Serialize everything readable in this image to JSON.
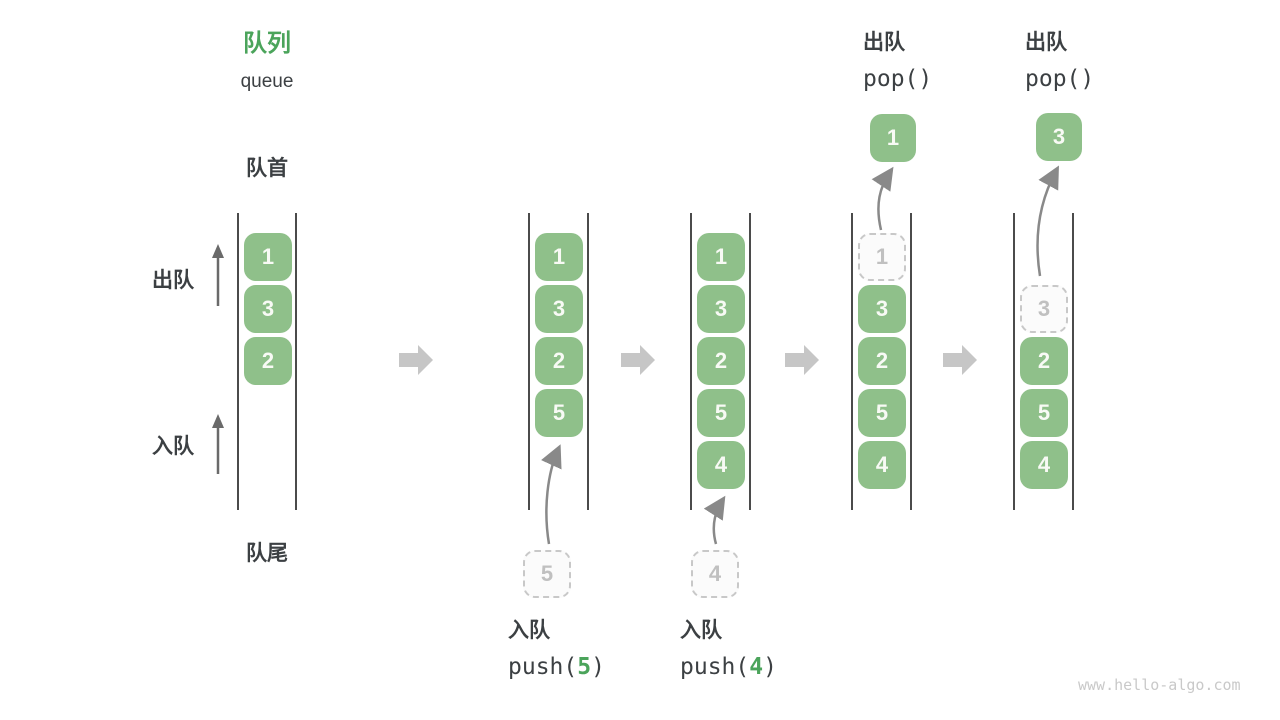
{
  "page": {
    "title_zh": "队列",
    "title_en": "queue",
    "watermark": "www.hello-algo.com"
  },
  "labels": {
    "front": "队首",
    "rear": "队尾",
    "dequeue": "出队",
    "enqueue": "入队"
  },
  "ops": {
    "push5": {
      "name": "入队",
      "fn_open": "push(",
      "arg": "5",
      "fn_close": ")"
    },
    "push4": {
      "name": "入队",
      "fn_open": "push(",
      "arg": "4",
      "fn_close": ")"
    },
    "pop1": {
      "name": "出队",
      "code": "pop()"
    },
    "pop2": {
      "name": "出队",
      "code": "pop()"
    }
  },
  "columns": [
    {
      "cells": [
        "1",
        "3",
        "2"
      ]
    },
    {
      "cells": [
        "1",
        "3",
        "2",
        "5"
      ],
      "staged": "5"
    },
    {
      "cells": [
        "1",
        "3",
        "2",
        "5",
        "4"
      ],
      "staged": "4"
    },
    {
      "removed": "1",
      "cells": [
        "3",
        "2",
        "5",
        "4"
      ],
      "popped": "1"
    },
    {
      "removed": "3",
      "cells": [
        "2",
        "5",
        "4"
      ],
      "popped": "3"
    }
  ],
  "colors": {
    "element_green": "#8FC08A",
    "accent_green": "#4BA45B",
    "text_dark": "#3C4043",
    "wall_gray": "#4B4B4B",
    "flow_arrow_gray": "#898989",
    "step_arrow_gray": "#C6C6C6",
    "dashed_muted_gray": "#C0C0C0",
    "watermark_gray": "#C9C9C9"
  }
}
